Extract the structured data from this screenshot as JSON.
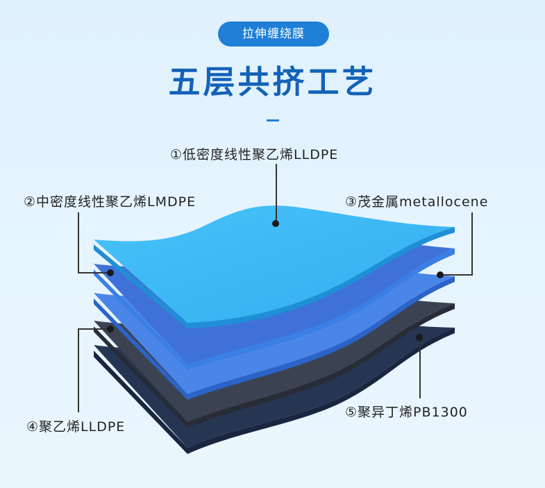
{
  "header": {
    "badge": "拉伸缠绕膜",
    "title": "五层共挤工艺"
  },
  "layers": [
    {
      "marker": "①",
      "name": "低密度线性聚乙烯LLDPE",
      "color": "#3db7f4"
    },
    {
      "marker": "②",
      "name": "中密度线性聚乙烯LMDPE",
      "color": "#3f72d8"
    },
    {
      "marker": "③",
      "name": "茂金属metallocene",
      "color": "#4a86e8"
    },
    {
      "marker": "④",
      "name": "聚乙烯LLDPE",
      "color": "#3b4352"
    },
    {
      "marker": "⑤",
      "name": "聚异丁烯PB1300",
      "color": "#263552"
    }
  ],
  "colors": {
    "accent": "#1f7fd6",
    "title": "#1361b8",
    "background": "#e3f2fd"
  }
}
